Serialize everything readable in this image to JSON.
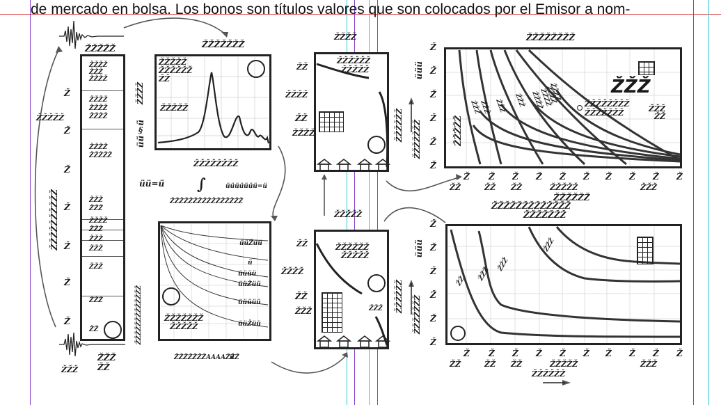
{
  "header_text": "de mercado en bolsa. Los bonos son títulos valores que son colocados por el Emisor a nom-",
  "colors": {
    "ink": "#222222",
    "guide_purple": "#8a3fc8",
    "guide_cyan": "#2fc6d6",
    "guide_red": "#d84a4a"
  },
  "column": {
    "top_label": "ŽŽŽŽŽ",
    "bottom_label": "ŽŽŽ",
    "bottom_label2": "ŽŽ",
    "side_label": "ŽŽŽŽŽ",
    "vertical_label": "ŽŽŽŽŽŽŽŽŽŽ",
    "left_bottom": "ŽŽŽ",
    "ticks": [
      "Ž",
      "Ž",
      "Ž",
      "Ž",
      "Ž",
      "Ž",
      "Ž"
    ],
    "cells": [
      "ŽŽŽŽ",
      "ŽŽŽ",
      "ŽŽŽŽ",
      "ŽŽŽŽ",
      "ŽŽŽŽ",
      "ŽŽŽŽ",
      "ŽŽŽŽ",
      "ŽŽŽŽŽ",
      "ŽŽŽ",
      "ŽŽŽ",
      "ŽŽŽŽ",
      "ŽŽŽ",
      "ŽŽŽ",
      "ŽŽŽ",
      "ŽŽŽ",
      "ŽŽŽ",
      "ŽŽ"
    ]
  },
  "spectrum": {
    "title": "ŽŽŽŽŽŽŽ",
    "legend": [
      "ŽŽŽŽŽ",
      "ŽŽŽŽŽŽ",
      "ŽŽ"
    ],
    "mid_label": "ŽŽŽŽŽ",
    "ylabel": "ŽŽŽŽ",
    "ylabel2": "üü§ü",
    "xlabel": "ŽŽŽŽŽŽŽŽ"
  },
  "formula": {
    "lhs": "üü=ü",
    "rhs": "üüüüüüü=ü",
    "caption": "ŽŽŽŽŽŽŽŽŽŽŽŽŽŽŽŽ"
  },
  "decay": {
    "ylabel": "ŽŽŽŽŽŽŽŽŽŽŽŽŽ",
    "curve_labels": [
      "üüŽüü",
      "ü",
      "üüüü",
      "üüŽüü",
      "üüüüü",
      "üüŽüü"
    ],
    "legend": [
      "ŽŽŽŽŽŽŽ",
      "ŽŽŽŽŽ"
    ],
    "xlabel": "ŽŽŽŽŽŽŽAAAAŽŽŽ",
    "xlabel_unit": "ü"
  },
  "building_top": {
    "title": "ŽŽŽŽ",
    "inner": [
      "ŽŽŽŽŽŽ",
      "ŽŽŽŽŽ"
    ],
    "left": [
      "ŽŽ",
      "ŽŽŽŽ",
      "ŽŽ",
      "ŽŽŽŽ"
    ],
    "right_v1": "ŽŽŽŽŽŽ",
    "right_v2": "ŽŽŽŽŽŽŽ"
  },
  "building_bottom": {
    "title": "ŽŽŽŽŽ",
    "inner": [
      "ŽŽŽŽŽŽ",
      "ŽŽŽŽŽ"
    ],
    "left": [
      "ŽŽ",
      "ŽŽŽŽ",
      "ŽŽ",
      "ŽŽŽ"
    ],
    "right_v1": "ŽŽŽŽŽŽ",
    "right_v2": "ŽŽŽŽŽŽŽ",
    "small": "ŽŽŽ"
  },
  "top_chart": {
    "title": "ŽŽŽŽŽŽŽŽ",
    "big_label": "ŽŽŽ",
    "legend": [
      "ŽŽŽŽŽŽŽŽ",
      "ŽŽŽŽŽŽŽ"
    ],
    "legend_right": [
      "ŽŽŽ",
      "ŽŽ"
    ],
    "y_ticks": [
      "Ž",
      "Ž",
      "Ž",
      "Ž",
      "Ž",
      "Ž"
    ],
    "y_label": "üüü",
    "y_inner": "ŽŽŽŽŽ",
    "x_ticks": [
      "Ž",
      "Ž",
      "Ž",
      "Ž",
      "Ž",
      "Ž",
      "Ž",
      "Ž",
      "Ž",
      "Ž"
    ],
    "x_sub": [
      "ŽŽ",
      "ŽŽ",
      "ŽŽ",
      "ŽŽŽŽŽ",
      "ŽŽŽ"
    ],
    "curve_labels": [
      "ŽŽŽ",
      "ŽŽŽ",
      "ŽŽŽ",
      "ŽŽŽ",
      "ŽŽŽŽ",
      "ŽŽŽŽ",
      "ŽŽŽŽ",
      "ŽŽŽŽ"
    ],
    "under_titles": [
      "ŽŽŽŽŽŽ",
      "ŽŽŽŽŽŽŽŽŽŽŽŽŽ",
      "ŽŽŽŽŽŽŽ"
    ]
  },
  "bottom_chart": {
    "y_ticks": [
      "Ž",
      "Ž",
      "Ž",
      "Ž",
      "Ž",
      "Ž"
    ],
    "y_label": "üüü",
    "x_ticks": [
      "Ž",
      "Ž",
      "Ž",
      "Ž",
      "Ž",
      "Ž",
      "Ž",
      "Ž",
      "Ž",
      "Ž"
    ],
    "x_sub": [
      "ŽŽ",
      "ŽŽ",
      "ŽŽ",
      "ŽŽŽŽŽ",
      "ŽŽŽ"
    ],
    "curve_labels": [
      "ŽŽ",
      "ŽŽŽ",
      "ŽŽŽ",
      "ŽŽŽ"
    ],
    "x_title": "ŽŽŽŽŽŽ"
  }
}
